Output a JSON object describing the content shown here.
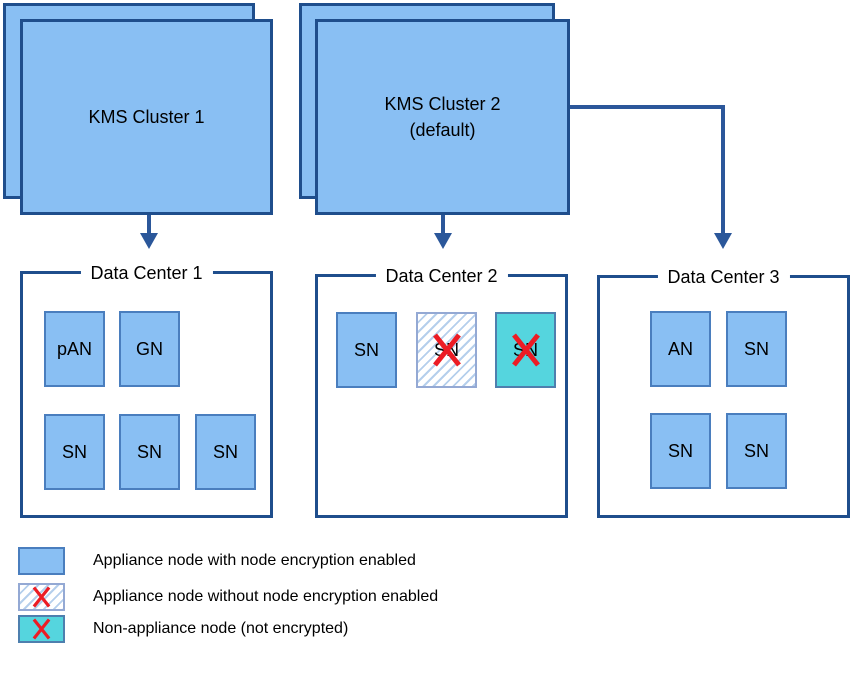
{
  "kms_clusters": [
    {
      "label": "KMS Cluster 1",
      "sublabel": ""
    },
    {
      "label": "KMS Cluster 2",
      "sublabel": "(default)"
    }
  ],
  "data_centers": [
    {
      "title": "Data Center 1",
      "nodes": [
        {
          "label": "pAN",
          "type": "encrypted"
        },
        {
          "label": "GN",
          "type": "encrypted"
        },
        {
          "label": "SN",
          "type": "encrypted"
        },
        {
          "label": "SN",
          "type": "encrypted"
        },
        {
          "label": "SN",
          "type": "encrypted"
        }
      ]
    },
    {
      "title": "Data Center 2",
      "nodes": [
        {
          "label": "SN",
          "type": "encrypted"
        },
        {
          "label": "SN",
          "type": "appliance-unencrypted"
        },
        {
          "label": "SN",
          "type": "non-appliance"
        }
      ]
    },
    {
      "title": "Data Center 3",
      "nodes": [
        {
          "label": "AN",
          "type": "encrypted"
        },
        {
          "label": "SN",
          "type": "encrypted"
        },
        {
          "label": "SN",
          "type": "encrypted"
        },
        {
          "label": "SN",
          "type": "encrypted"
        }
      ]
    }
  ],
  "legend": {
    "items": [
      {
        "swatch": "encrypted",
        "label": "Appliance node with node encryption enabled"
      },
      {
        "swatch": "appliance-unencrypted",
        "label": "Appliance node without node encryption enabled"
      },
      {
        "swatch": "non-appliance",
        "label": "Non-appliance node (not encrypted)"
      }
    ]
  },
  "icons": {
    "x_mark": "✕"
  },
  "colors": {
    "node_fill": "#89BFF3",
    "node_border": "#4A7EBE",
    "outline_navy": "#1F4E8C",
    "arrow_blue": "#2B579A",
    "teal_fill": "#55D5DE",
    "teal_border": "#4E7FAE",
    "hatch_stripe": "#B5CFEC",
    "hatch_border": "#94A9D4",
    "x_red": "#EC1C24"
  }
}
